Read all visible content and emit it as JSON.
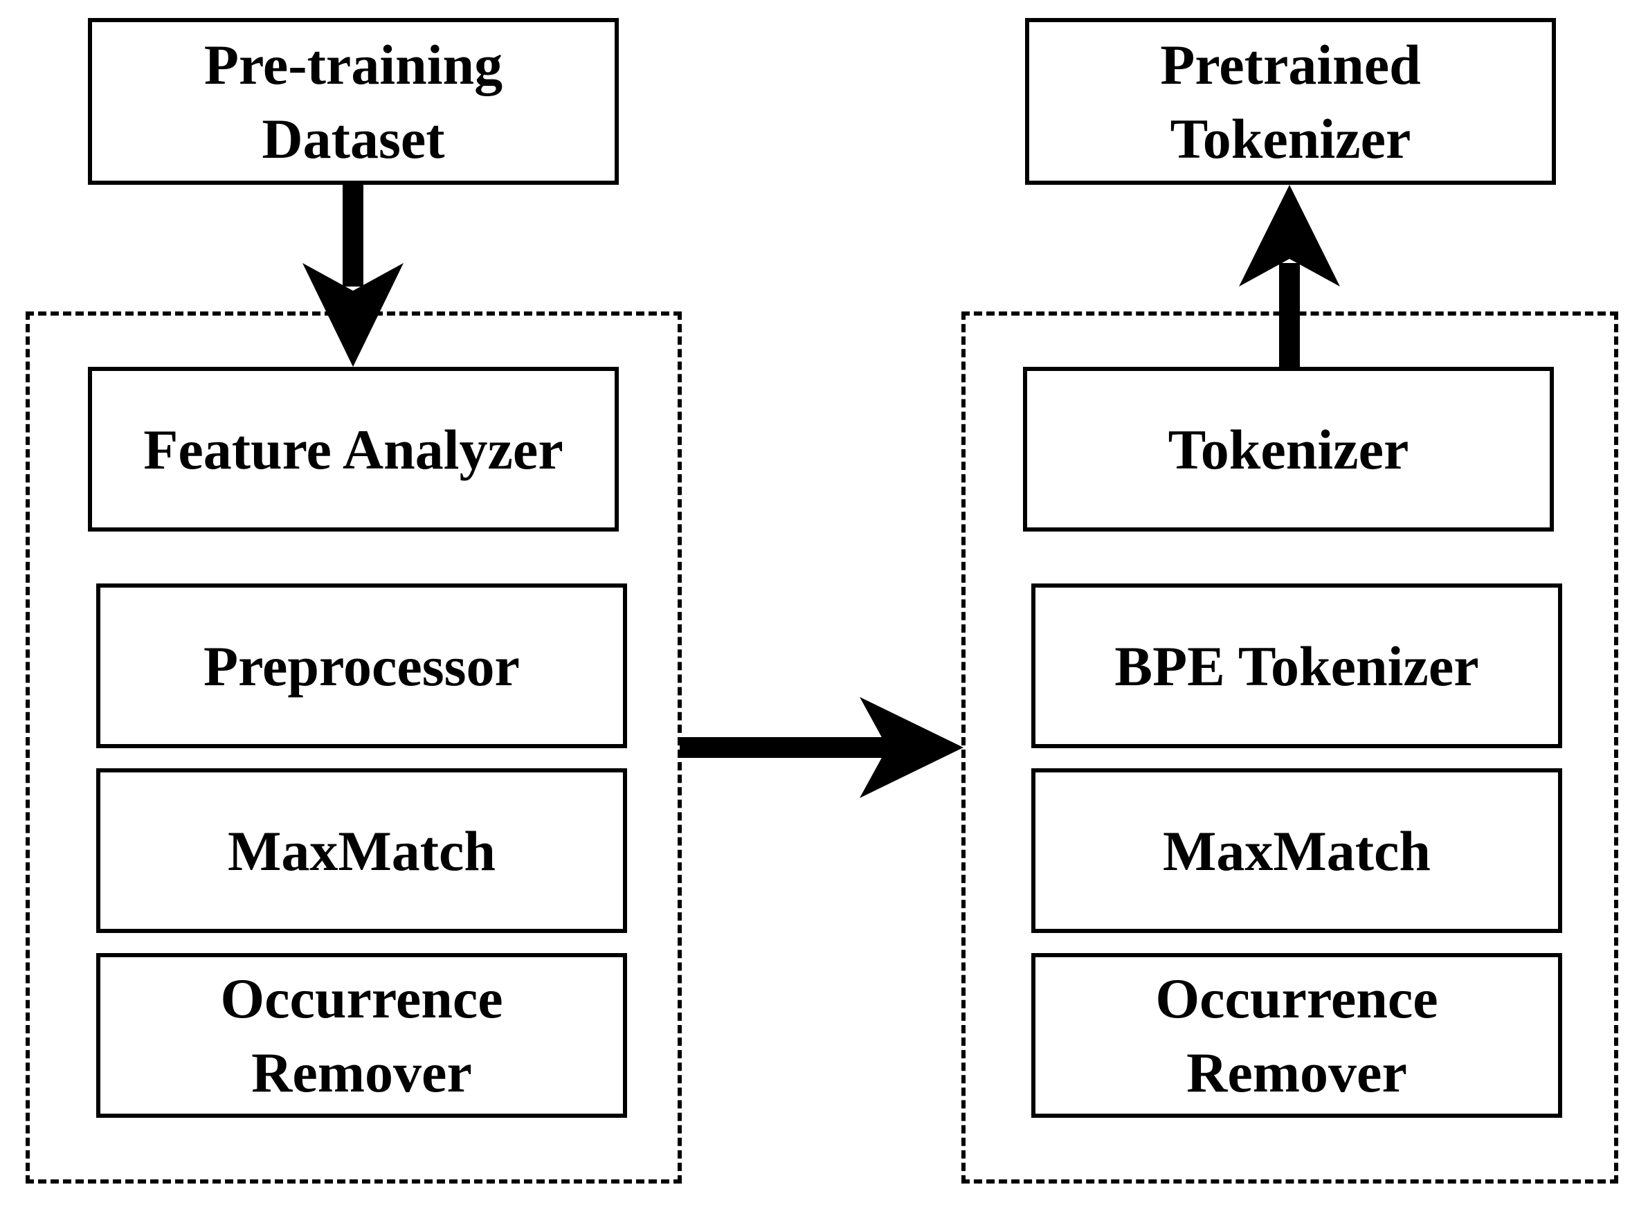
{
  "left": {
    "input": "Pre-training\nDataset",
    "feature_analyzer": "Feature Analyzer",
    "preprocessor": "Preprocessor",
    "maxmatch": "MaxMatch",
    "occurrence_remover": "Occurrence\nRemover"
  },
  "right": {
    "output": "Pretrained\nTokenizer",
    "tokenizer": "Tokenizer",
    "bpe_tokenizer": "BPE Tokenizer",
    "maxmatch": "MaxMatch",
    "occurrence_remover": "Occurrence\nRemover"
  }
}
